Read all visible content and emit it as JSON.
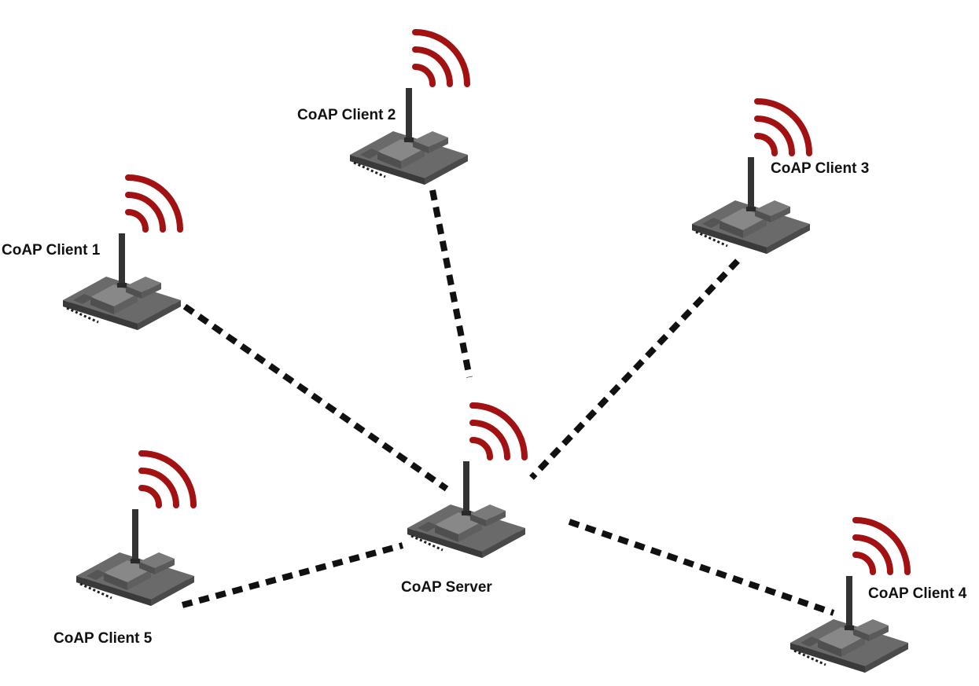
{
  "nodes": {
    "server": {
      "label": "CoAP Server"
    },
    "client1": {
      "label": "CoAP Client 1"
    },
    "client2": {
      "label": "CoAP Client 2"
    },
    "client3": {
      "label": "CoAP Client 3"
    },
    "client4": {
      "label": "CoAP Client 4"
    },
    "client5": {
      "label": "CoAP Client 5"
    }
  },
  "links": [
    {
      "from": "client1",
      "to": "server"
    },
    {
      "from": "client2",
      "to": "server"
    },
    {
      "from": "client3",
      "to": "server"
    },
    {
      "from": "client4",
      "to": "server"
    },
    {
      "from": "client5",
      "to": "server"
    }
  ],
  "colors": {
    "signal_waves": "#a31212",
    "link_dashes": "#111111",
    "device_body": "#555555",
    "label_text": "#111111"
  },
  "icons": {
    "device": "wireless-sensor-board-icon",
    "signal": "wifi-signal-icon"
  }
}
